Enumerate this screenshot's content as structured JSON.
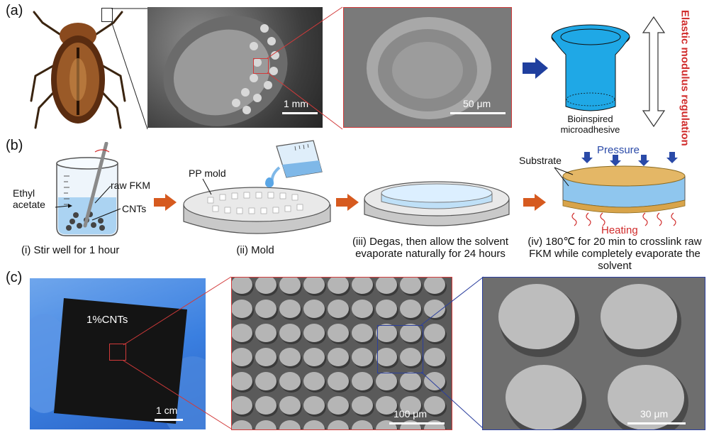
{
  "panel_a": {
    "label": "(a)",
    "scale_1": "1 mm",
    "scale_2": "50 μm",
    "adhesive_caption": "Bioinspired microadhesive",
    "vertical_label": "Elastic modulus regulation",
    "colors": {
      "frame_red": "#d23a3a",
      "cup_blue": "#1fa8e6",
      "arrow_navy": "#1f3f9e",
      "text_red": "#d02b2b"
    }
  },
  "panel_b": {
    "label": "(b)",
    "beaker_labels": {
      "ethyl": "Ethyl acetate",
      "raw_fkm": "raw FKM",
      "cnts": "CNTs"
    },
    "pp_mold": "PP mold",
    "substrate": "Substrate",
    "pressure": "Pressure",
    "heating": "Heating",
    "steps": [
      "(i) Stir well for 1 hour",
      "(ii) Mold",
      "(iii) Degas, then allow the solvent evaporate naturally for 24 hours",
      "(iv) 180℃ for 20 min to crosslink raw FKM while completely evaporate the solvent"
    ],
    "colors": {
      "orange_arrow": "#d65a1f",
      "pressure_blue": "#2a4aa8",
      "heating_red": "#d02b2b"
    }
  },
  "panel_c": {
    "label": "(c)",
    "sample_text": "1%CNTs",
    "scale_1": "1 cm",
    "scale_2": "100 μm",
    "scale_3": "30 μm",
    "colors": {
      "frame_red": "#d23a3a",
      "frame_blue": "#2b3f9e",
      "glove_blue": "#3a7fe0"
    }
  }
}
